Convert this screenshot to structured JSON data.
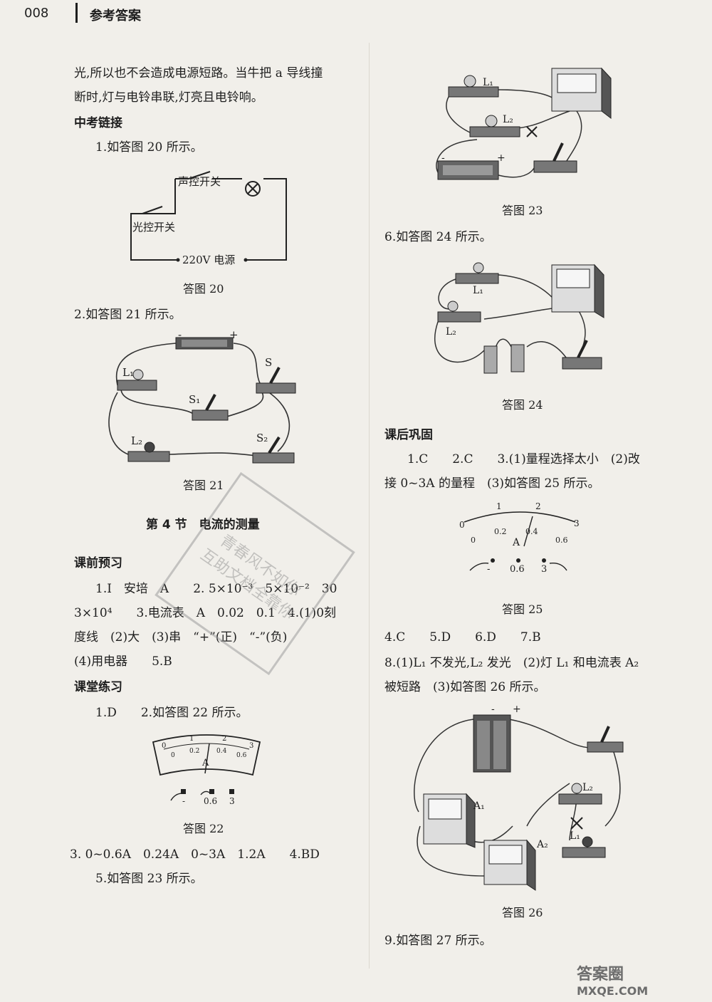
{
  "header": {
    "page_number": "008",
    "title": "参考答案"
  },
  "left": {
    "para1_line1": "光,所以也不会造成电源短路。当牛把 a 导线撞",
    "para1_line2": "断时,灯与电铃串联,灯亮且电铃响。",
    "sec_zhongkao": "中考链接",
    "item1": "1.如答图 20 所示。",
    "fig20": {
      "voice_switch": "声控开关",
      "light_switch": "光控开关",
      "source": "220V 电源",
      "caption": "答图 20"
    },
    "item2": "2.如答图 21 所示。",
    "fig21": {
      "caption": "答图 21",
      "L1": "L₁",
      "L2": "L₂",
      "S": "S",
      "S1": "S₁",
      "S2": "S₂",
      "minus": "-",
      "plus": "+"
    },
    "section_title": "第 4 节　电流的测量",
    "sec_preview": "课前预习",
    "preview_line1": "1.I　安培　A　　2. 5×10⁻³　5×10⁻²　30",
    "preview_line2": "3×10⁴　　3.电流表　A　0.02　0.1　4.(1)0刻",
    "preview_line3": "度线　(2)大　(3)串　“+”(正)　“-”(负)",
    "preview_line4": "(4)用电器　　5.B",
    "sec_practice": "课堂练习",
    "practice_line1": "1.D　　2.如答图 22 所示。",
    "fig22": {
      "caption": "答图 22",
      "scale_top": [
        "0",
        "1",
        "2",
        "3"
      ],
      "scale_bottom": [
        "0",
        "0.2",
        "0.4",
        "0.6"
      ],
      "unit": "A",
      "terminals": [
        "-",
        "0.6",
        "3"
      ]
    },
    "practice_line2": "3. 0~0.6A　0.24A　0~3A　1.2A　　4.BD",
    "practice_line3": "5.如答图 23 所示。"
  },
  "right": {
    "fig23": {
      "caption": "答图 23",
      "L1": "L₁",
      "L2": "L₂",
      "minus": "-",
      "plus": "+"
    },
    "item6": "6.如答图 24 所示。",
    "fig24": {
      "caption": "答图 24",
      "L1": "L₁",
      "L2": "L₂"
    },
    "sec_consolidate": "课后巩固",
    "cons_line1": "1.C　　2.C　　3.(1)量程选择太小　(2)改",
    "cons_line2": "接 0~3A 的量程　(3)如答图 25 所示。",
    "fig25": {
      "caption": "答图 25",
      "scale_top": [
        "0",
        "1",
        "2",
        "3"
      ],
      "scale_bottom": [
        "0",
        "0.2",
        "0.4",
        "0.6"
      ],
      "unit": "A",
      "terminals": [
        "-",
        "0.6",
        "3"
      ]
    },
    "cons_line3": "4.C　　5.D　　6.D　　7.B",
    "cons_line4": "8.(1)L₁ 不发光,L₂ 发光　(2)灯 L₁ 和电流表 A₂",
    "cons_line5": "被短路　(3)如答图 26 所示。",
    "fig26": {
      "caption": "答图 26",
      "A1": "A₁",
      "A2": "A₂",
      "L1": "L₁",
      "L2": "L₂",
      "minus": "-",
      "plus": "+"
    },
    "item9": "9.如答图 27 所示。"
  },
  "stamp": {
    "line1": "青春风不如你",
    "line2": "互助文档全靠你"
  },
  "watermark": {
    "line1": "答案圈",
    "line2": "MXQE.COM"
  }
}
